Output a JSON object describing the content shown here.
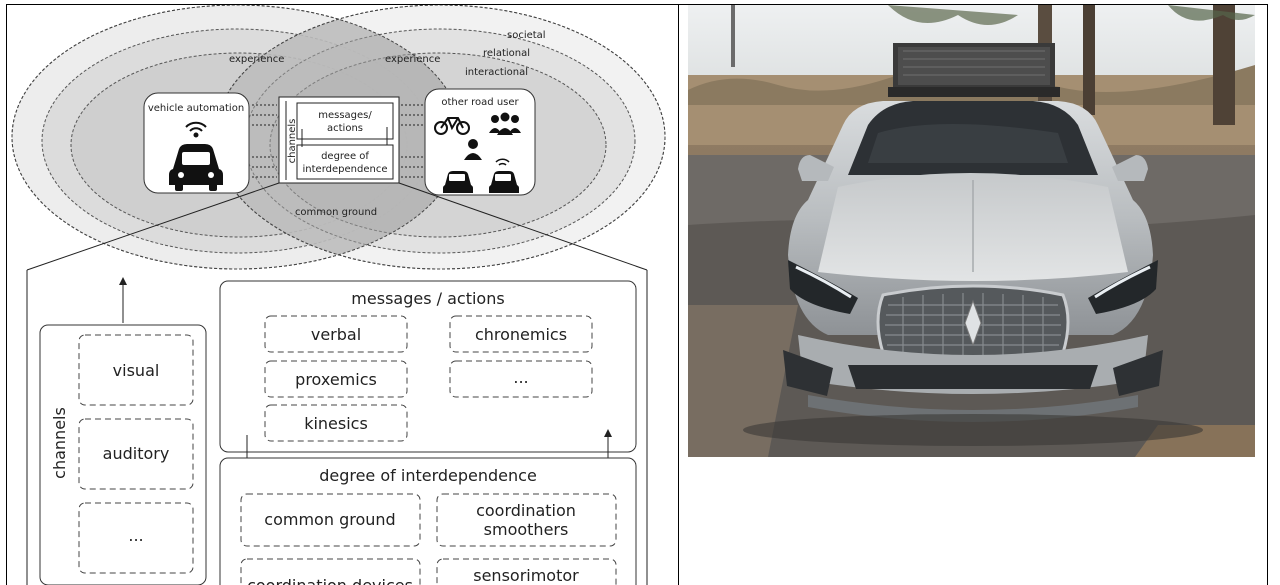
{
  "diagram": {
    "top": {
      "rings_labels": {
        "societal": "societal",
        "relational": "relational",
        "interactional": "interactional",
        "experience_left": "experience",
        "experience_right": "experience"
      },
      "vehicle_box": {
        "title": "vehicle automation"
      },
      "center": {
        "channels_label": "channels",
        "messages_line1": "messages/",
        "messages_line2": "actions",
        "degree_line1": "degree of",
        "degree_line2": "interdependence"
      },
      "road_user_box": {
        "title": "other road user"
      },
      "common_ground": "common ground"
    },
    "bottom": {
      "channels": {
        "label": "channels",
        "items": [
          "visual",
          "auditory",
          "..."
        ]
      },
      "messages": {
        "title": "messages / actions",
        "items": [
          "verbal",
          "chronemics",
          "proxemics",
          "...",
          "kinesics"
        ]
      },
      "interdependence": {
        "title": "degree of interdependence",
        "items": [
          {
            "line1": "common ground",
            "line2": ""
          },
          {
            "line1": "coordination",
            "line2": "smoothers"
          },
          {
            "line1": "coordination devices",
            "line2": ""
          },
          {
            "line1": "sensorimotor",
            "line2": ""
          }
        ]
      }
    }
  },
  "colors": {
    "outer_ring": "#ededed",
    "mid_ring": "#d9d9d9",
    "inner_ring": "#c4c4c4",
    "overlap": "#a9a9a9",
    "sky": "#e6e9ea",
    "car_body": "#c9ccce"
  }
}
